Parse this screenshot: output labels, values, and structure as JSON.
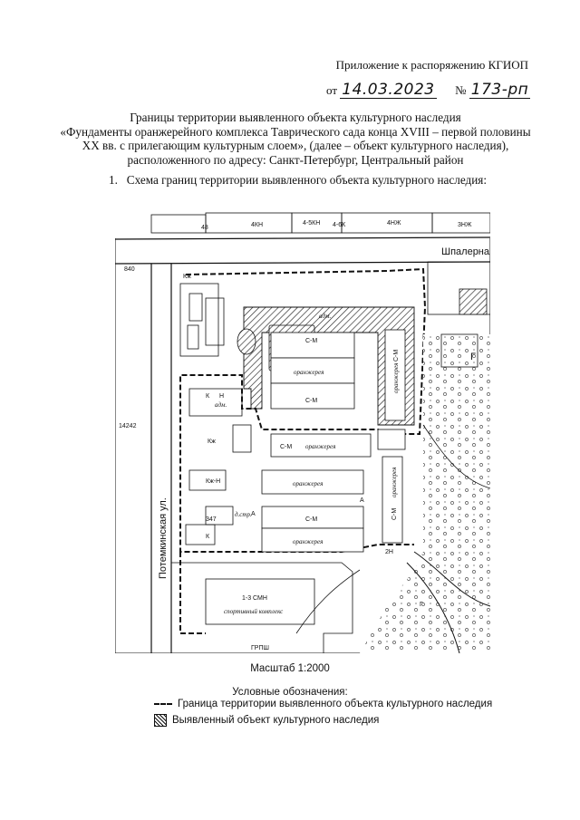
{
  "header": {
    "annex_text": "Приложение  к распоряжению КГИОП",
    "date_prefix": "от",
    "date": "14.03.2023",
    "number_prefix": "№",
    "number": "173-рп"
  },
  "title": {
    "line1": "Границы территории выявленного объекта культурного наследия",
    "line2": "«Фундаменты оранжерейного комплекса Таврического сада конца XVIII – первой половины",
    "line3": "XX вв. с прилегающим культурным слоем», (далее – объект культурного наследия),",
    "line4": "расположенного по адресу: Санкт-Петербург, Центральный район"
  },
  "section": {
    "number": "1.",
    "text": "Схема границ территории выявленного объекта культурного наследия:"
  },
  "map": {
    "street_shpalernaya": "Шпалерная ул.",
    "street_potemkinskaya": "Потемкинская ул.",
    "labels": {
      "orangery": "оранжерея",
      "sm": "С-М",
      "adm": "адм.",
      "kzh": "Кж",
      "k": "К",
      "n": "Н",
      "a": "А",
      "g": "Г",
      "n347": "347",
      "n840": "840",
      "n14242": "14242",
      "n48": "48",
      "n4kn": "4КН",
      "n4skn": "4-5КН",
      "n4kn2": "4-6К",
      "n4nzh": "4НЖ",
      "n3nzh": "3НЖ",
      "n2n": "2Н",
      "n13smn": "1-3 СМН",
      "sport": "спортивный комплекс",
      "grpsh": "ГРПШ",
      "kzh_sm": "Кж-Н",
      "dstr": "д.стр."
    }
  },
  "scale": "Масштаб 1:2000",
  "legend": {
    "title": "Условные обозначения:",
    "items": [
      {
        "label": "Граница территории выявленного объекта культурного наследия"
      },
      {
        "label": "Выявленный объект культурного наследия"
      }
    ]
  }
}
